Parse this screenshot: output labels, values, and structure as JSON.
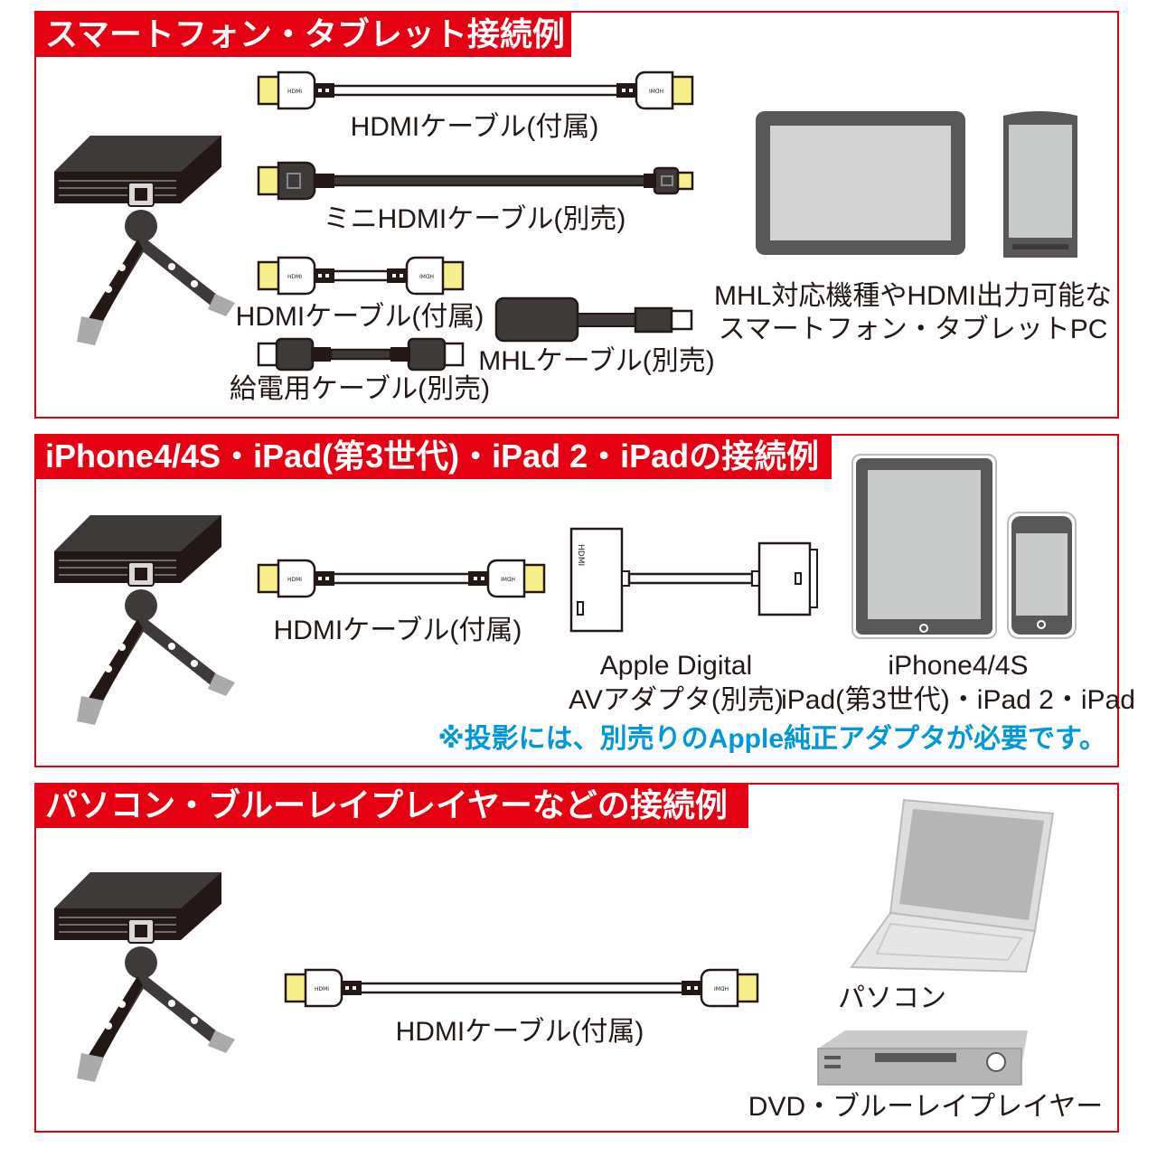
{
  "sections": [
    {
      "title": "スマートフォン・タブレット接続例",
      "cables": [
        {
          "label": "HDMIケーブル(付属)"
        },
        {
          "label": "ミニHDMIケーブル(別売)"
        },
        {
          "label": "HDMIケーブル(付属)"
        },
        {
          "label": "給電用ケーブル(別売)"
        },
        {
          "label": "MHLケーブル(別売)"
        }
      ],
      "device_label_line1": "MHL対応機種やHDMI出力可能な",
      "device_label_line2": "スマートフォン・タブレットPC"
    },
    {
      "title": "iPhone4/4S・iPad(第3世代)・iPad 2・iPadの接続例",
      "cable_label": "HDMIケーブル(付属)",
      "adapter_label_line1": "Apple Digital",
      "adapter_label_line2": "AVアダプタ(別売)",
      "adapter_port_text": "HDMI",
      "device_label_line1": "iPhone4/4S",
      "device_label_line2": "iPad(第3世代)・iPad 2・iPad",
      "note": "※投影には、別売りのApple純正アダプタが必要です。"
    },
    {
      "title": "パソコン・ブルーレイプレイヤーなどの接続例",
      "cable_label": "HDMIケーブル(付属)",
      "pc_label": "パソコン",
      "player_label": "DVD・ブルーレイプレイヤー"
    }
  ],
  "colors": {
    "accent": "#e50012",
    "note": "#0097db",
    "plug_tip": "#f7ef8a"
  }
}
